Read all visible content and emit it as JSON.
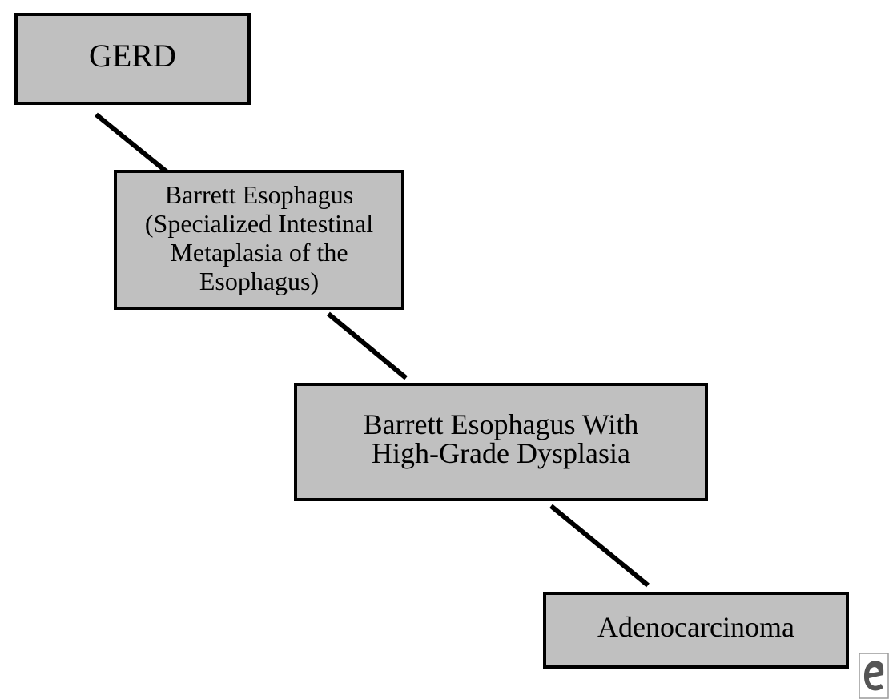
{
  "nodes": [
    {
      "id": "gerd",
      "lines": [
        "GERD"
      ]
    },
    {
      "id": "barrett",
      "lines": [
        "Barrett Esophagus",
        "(Specialized Intestinal",
        "Metaplasia of the",
        "Esophagus)"
      ]
    },
    {
      "id": "hgd",
      "lines": [
        "Barrett Esophagus With",
        "High-Grade Dysplasia"
      ]
    },
    {
      "id": "adeno",
      "lines": [
        "Adenocarcinoma"
      ]
    }
  ],
  "connections": [
    {
      "from": "gerd",
      "to": "barrett"
    },
    {
      "from": "barrett",
      "to": "hgd"
    },
    {
      "from": "hgd",
      "to": "adeno"
    }
  ],
  "colors": {
    "box_fill": "#c0c0c0",
    "box_border": "#000000",
    "connector": "#000000",
    "watermark": "#555555"
  },
  "watermark": {
    "icon": "stylized-e-logo-icon"
  }
}
